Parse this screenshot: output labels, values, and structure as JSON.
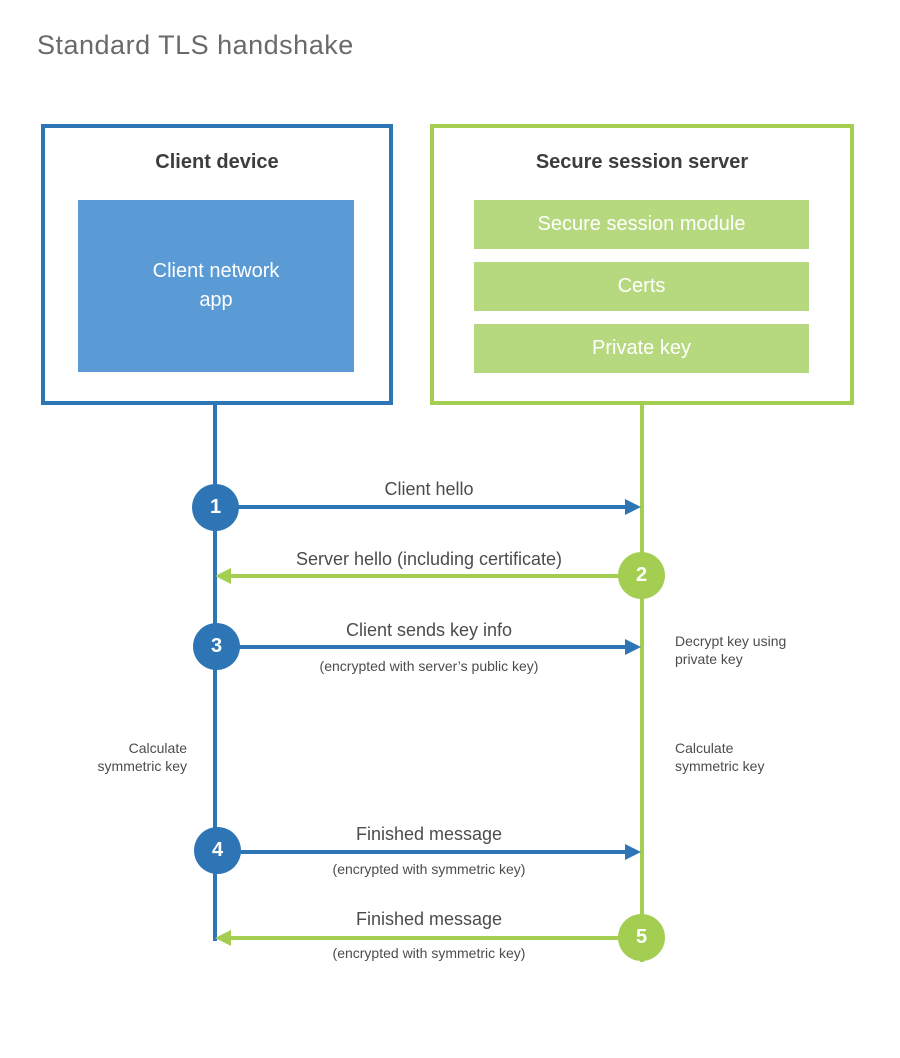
{
  "title": "Standard TLS handshake",
  "colors": {
    "blue": "#2e75b6",
    "blueFill": "#5b9bd5",
    "green": "#a4ce52",
    "greenFill": "#b6d97f",
    "titleText": "#6a6a6a",
    "headingText": "#3d3d3d",
    "labelText": "#4c4c4c"
  },
  "client": {
    "heading": "Client device",
    "app_label": "Client network app"
  },
  "server": {
    "heading": "Secure session server",
    "modules": [
      "Secure session module",
      "Certs",
      "Private key"
    ]
  },
  "steps": [
    {
      "num": "1",
      "from": "client",
      "direction": "right",
      "label": "Client hello",
      "sub": ""
    },
    {
      "num": "2",
      "from": "server",
      "direction": "left",
      "label": "Server hello (including certificate)",
      "sub": ""
    },
    {
      "num": "3",
      "from": "client",
      "direction": "right",
      "label": "Client sends key info",
      "sub": "(encrypted with server’s public key)"
    },
    {
      "num": "4",
      "from": "client",
      "direction": "right",
      "label": "Finished message",
      "sub": "(encrypted with symmetric key)"
    },
    {
      "num": "5",
      "from": "server",
      "direction": "left",
      "label": "Finished message",
      "sub": "(encrypted with symmetric key)"
    }
  ],
  "notes": [
    {
      "side": "right",
      "text": "Decrypt key using private key"
    },
    {
      "side": "left",
      "text": "Calculate symmetric key"
    },
    {
      "side": "right",
      "text": "Calculate symmetric key"
    }
  ]
}
